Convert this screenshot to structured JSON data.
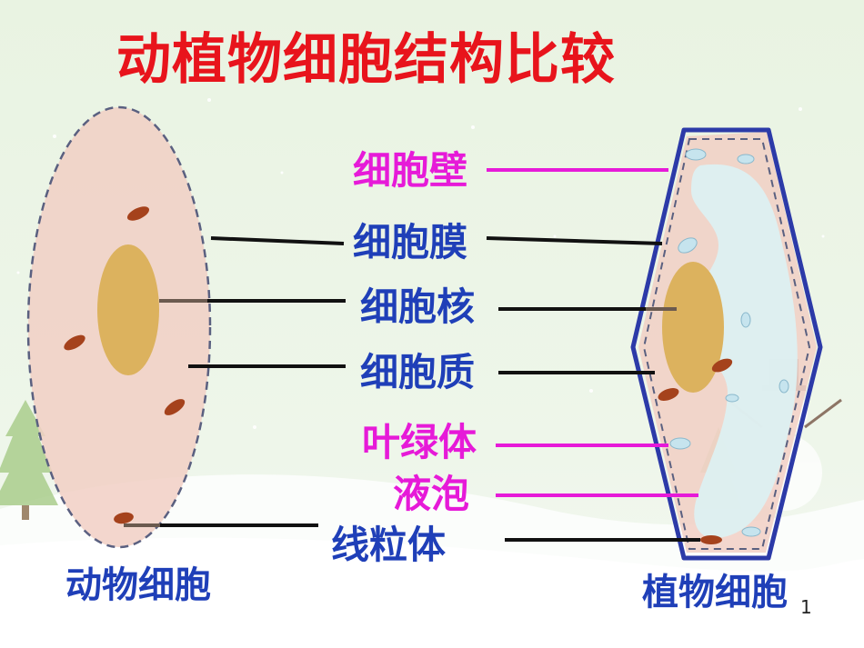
{
  "slide": {
    "title": "动植物细胞结构比较",
    "page_number": "1"
  },
  "labels": {
    "cell_wall": "细胞壁",
    "cell_membrane": "细胞膜",
    "nucleus": "细胞核",
    "cytoplasm": "细胞质",
    "chloroplast": "叶绿体",
    "vacuole": "液泡",
    "mitochondria": "线粒体"
  },
  "captions": {
    "animal_cell": "动物细胞",
    "plant_cell": "植物细胞"
  },
  "colors": {
    "title": "#e8141c",
    "structure_common": "#1f3fb8",
    "structure_plant_only": "#e61ad8",
    "cell_body": "#f1cfc4",
    "nucleus": "#dcb25e",
    "mitochondria": "#a5421c",
    "plant_cell_wall": "#2c3aa8",
    "vacuole": "#dcf1f3"
  }
}
